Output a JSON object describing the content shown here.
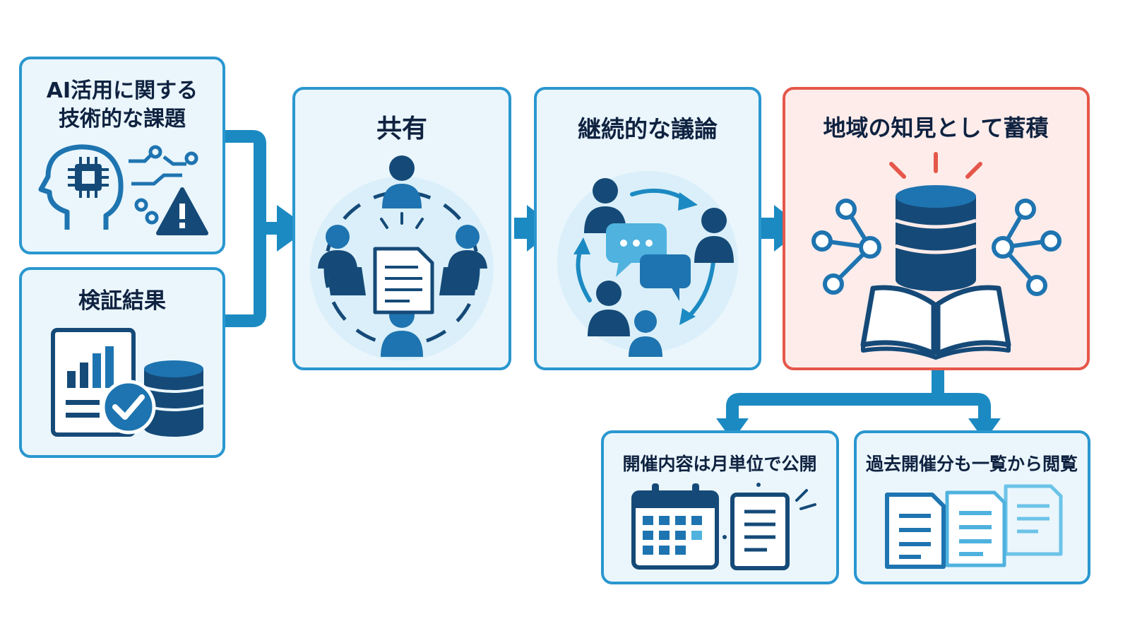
{
  "colors": {
    "accent": "#1c8ac2",
    "box_fill": "#eaf6fc",
    "box_stroke": "#2a97cf",
    "highlight_fill": "#fdecea",
    "highlight_stroke": "#e5574a",
    "dark_navy": "#154a78",
    "mid_blue": "#1e74b0",
    "light_blue": "#4fb2df",
    "title_text": "#0f2240"
  },
  "inputs": {
    "ai_issues_line1": "AI活用に関する",
    "ai_issues_line2": "技術的な課題",
    "verification_results": "検証結果"
  },
  "steps": {
    "share": "共有",
    "discussion": "継続的な議論",
    "accumulate": "地域の知見として蓄積"
  },
  "outputs": {
    "monthly_publish": "開催内容は月単位で公開",
    "past_list": "過去開催分も一覧から閲覧"
  }
}
